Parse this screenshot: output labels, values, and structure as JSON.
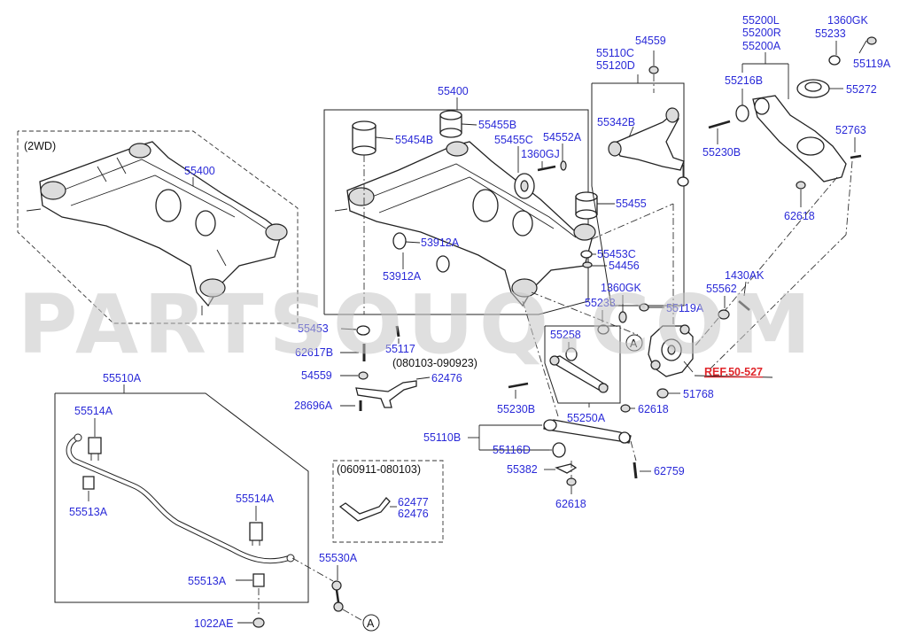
{
  "labels": {
    "wd2": "(2WD)",
    "subframe_2wd": "55400",
    "subframe": "55400",
    "p55455B": "55455B",
    "p55454B": "55454B",
    "p55455C": "55455C",
    "p54552A": "54552A",
    "p1360GJ": "1360GJ",
    "p55455": "55455",
    "p53912A_1": "53912A",
    "p53912A_2": "53912A",
    "p55453C": "55453C",
    "p54456": "54456",
    "p55453": "55453",
    "p55117": "55117",
    "p62617B": "62617B",
    "date1": "(080103-090923)",
    "p54559_a": "54559",
    "p62476_a": "62476",
    "p28696A": "28696A",
    "p54559_b": "54559",
    "p55110C": "55110C",
    "p55120D": "55120D",
    "p55342B": "55342B",
    "p55200L": "55200L",
    "p55200R": "55200R",
    "p55200A": "55200A",
    "p1360GK_a": "1360GK",
    "p55233_a": "55233",
    "p55119A_a": "55119A",
    "p55216B": "55216B",
    "p55272": "55272",
    "p52763": "52763",
    "p55230B_a": "55230B",
    "p62618_a": "62618",
    "p1430AK": "1430AK",
    "p55562": "55562",
    "p1360GK_b": "1360GK",
    "p55233_b": "55233",
    "p55119A_b": "55119A",
    "p55258": "55258",
    "circleA_1": "A",
    "ref": "REF.50-527",
    "p51768": "51768",
    "p55230B_b": "55230B",
    "p55250A": "55250A",
    "p62618_b": "62618",
    "p55110B": "55110B",
    "p55116D": "55116D",
    "p55382": "55382",
    "p62759": "62759",
    "p62618_c": "62618",
    "p55510A": "55510A",
    "p55514A_1": "55514A",
    "p55513A_1": "55513A",
    "p55514A_2": "55514A",
    "p55513A_2": "55513A",
    "p55530A": "55530A",
    "p1022AE": "1022AE",
    "circleA_2": "A",
    "date2": "(060911-080103)",
    "p62477": "62477",
    "p62476_b": "62476"
  },
  "watermark": "PARTSOUQ.COM",
  "colors": {
    "label": "#2a2ad8",
    "reference": "#e0262b",
    "watermark": "#c6c6c6"
  }
}
